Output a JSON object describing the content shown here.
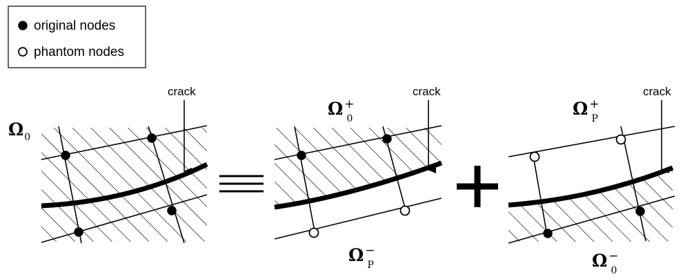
{
  "legend": {
    "original_label": "original nodes",
    "phantom_label": "phantom nodes"
  },
  "panel_1": {
    "crack_label": "crack",
    "domain_label": {
      "base": "Ω",
      "sup": "",
      "sub": "0"
    }
  },
  "panel_2": {
    "crack_label": "crack",
    "upper_label": {
      "base": "Ω",
      "sup": "+",
      "sub": "0"
    },
    "lower_label": {
      "base": "Ω",
      "sup": "−",
      "sub": "P"
    }
  },
  "panel_3": {
    "crack_label": "crack",
    "upper_label": {
      "base": "Ω",
      "sup": "+",
      "sub": "P"
    },
    "lower_label": {
      "base": "Ω",
      "sup": "−",
      "sub": "0"
    }
  }
}
